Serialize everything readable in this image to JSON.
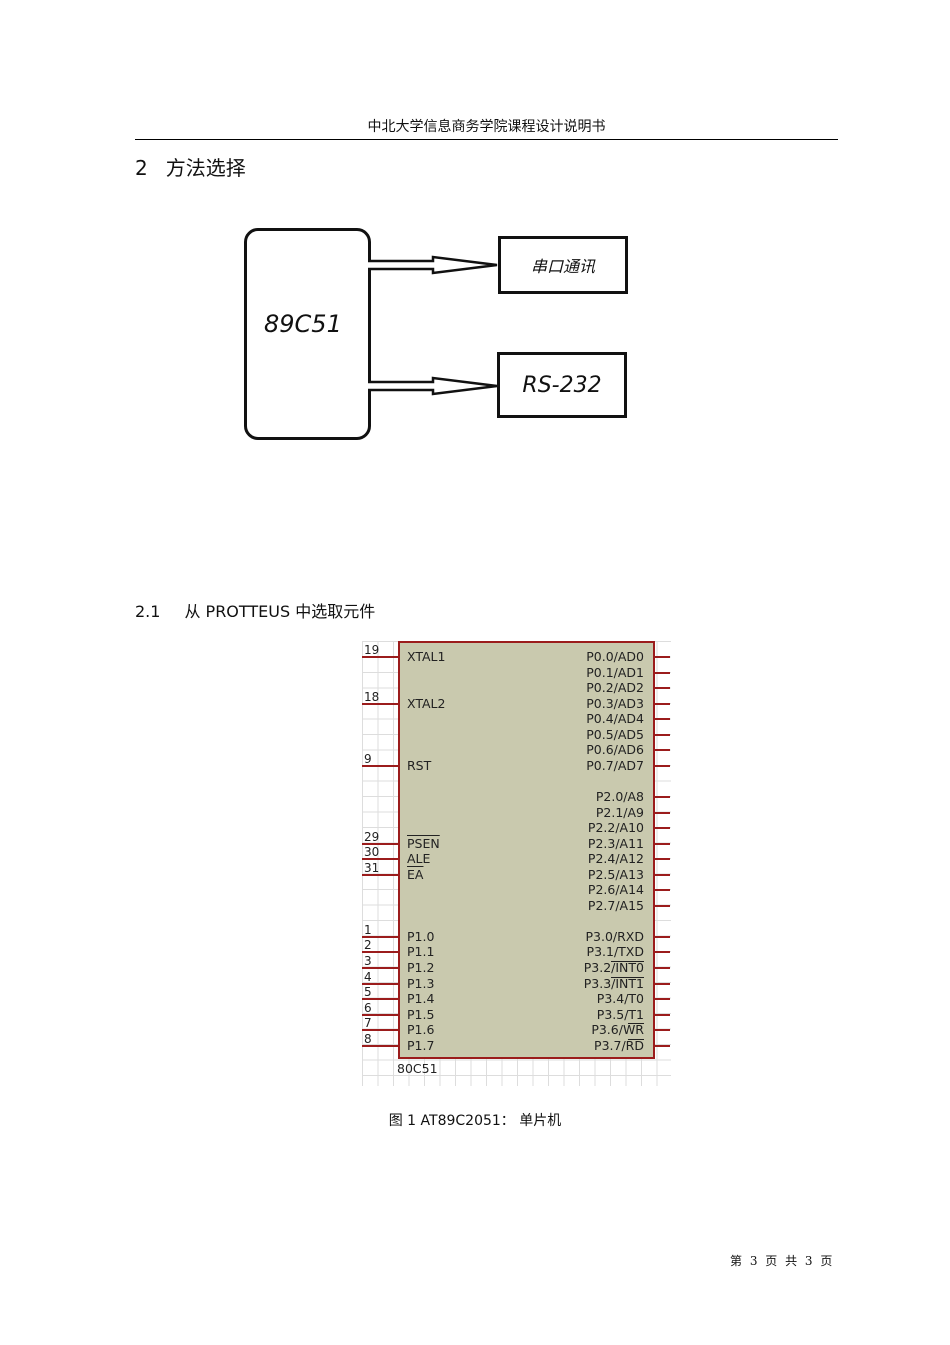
{
  "header": "中北大学信息商务学院课程设计说明书",
  "section": {
    "number": "2",
    "title": "方法选择"
  },
  "diagram": {
    "mcu": "89C51",
    "box1": "串口通讯",
    "box2": "RS-232"
  },
  "subsection": {
    "number": "2.1",
    "title": "从 PROTTEUS 中选取元件"
  },
  "chip": {
    "name": "80C51",
    "left_pins": [
      {
        "num": "19",
        "label": "XTAL1",
        "row": 0
      },
      {
        "num": "18",
        "label": "XTAL2",
        "row": 3
      },
      {
        "num": "9",
        "label": "RST",
        "row": 7
      },
      {
        "num": "29",
        "label": "PSEN",
        "row": 12,
        "overline": true
      },
      {
        "num": "30",
        "label": "ALE",
        "row": 13
      },
      {
        "num": "31",
        "label": "EA",
        "row": 14,
        "overline": true
      },
      {
        "num": "1",
        "label": "P1.0",
        "row": 18
      },
      {
        "num": "2",
        "label": "P1.1",
        "row": 19
      },
      {
        "num": "3",
        "label": "P1.2",
        "row": 20
      },
      {
        "num": "4",
        "label": "P1.3",
        "row": 21
      },
      {
        "num": "5",
        "label": "P1.4",
        "row": 22
      },
      {
        "num": "6",
        "label": "P1.5",
        "row": 23
      },
      {
        "num": "7",
        "label": "P1.6",
        "row": 24
      },
      {
        "num": "8",
        "label": "P1.7",
        "row": 25
      }
    ],
    "right_pins": [
      {
        "label": "P0.0/AD0",
        "row": 0
      },
      {
        "label": "P0.1/AD1",
        "row": 1
      },
      {
        "label": "P0.2/AD2",
        "row": 2
      },
      {
        "label": "P0.3/AD3",
        "row": 3
      },
      {
        "label": "P0.4/AD4",
        "row": 4
      },
      {
        "label": "P0.5/AD5",
        "row": 5
      },
      {
        "label": "P0.6/AD6",
        "row": 6
      },
      {
        "label": "P0.7/AD7",
        "row": 7
      },
      {
        "label": "P2.0/A8",
        "row": 9
      },
      {
        "label": "P2.1/A9",
        "row": 10
      },
      {
        "label": "P2.2/A10",
        "row": 11
      },
      {
        "label": "P2.3/A11",
        "row": 12
      },
      {
        "label": "P2.4/A12",
        "row": 13
      },
      {
        "label": "P2.5/A13",
        "row": 14
      },
      {
        "label": "P2.6/A14",
        "row": 15
      },
      {
        "label": "P2.7/A15",
        "row": 16
      },
      {
        "label": "P3.0/RXD",
        "row": 18
      },
      {
        "label": "P3.1/TXD",
        "row": 19
      },
      {
        "label": "P3.2/INT0",
        "row": 20,
        "ol": "INT0"
      },
      {
        "label": "P3.3/INT1",
        "row": 21,
        "ol": "INT1"
      },
      {
        "label": "P3.4/T0",
        "row": 22
      },
      {
        "label": "P3.5/T1",
        "row": 23
      },
      {
        "label": "P3.6/WR",
        "row": 24,
        "ol": "WR"
      },
      {
        "label": "P3.7/RD",
        "row": 25,
        "ol": "RD"
      }
    ]
  },
  "caption": "图 1  AT89C2051： 单片机",
  "footer": "第 3 页 共 3 页"
}
